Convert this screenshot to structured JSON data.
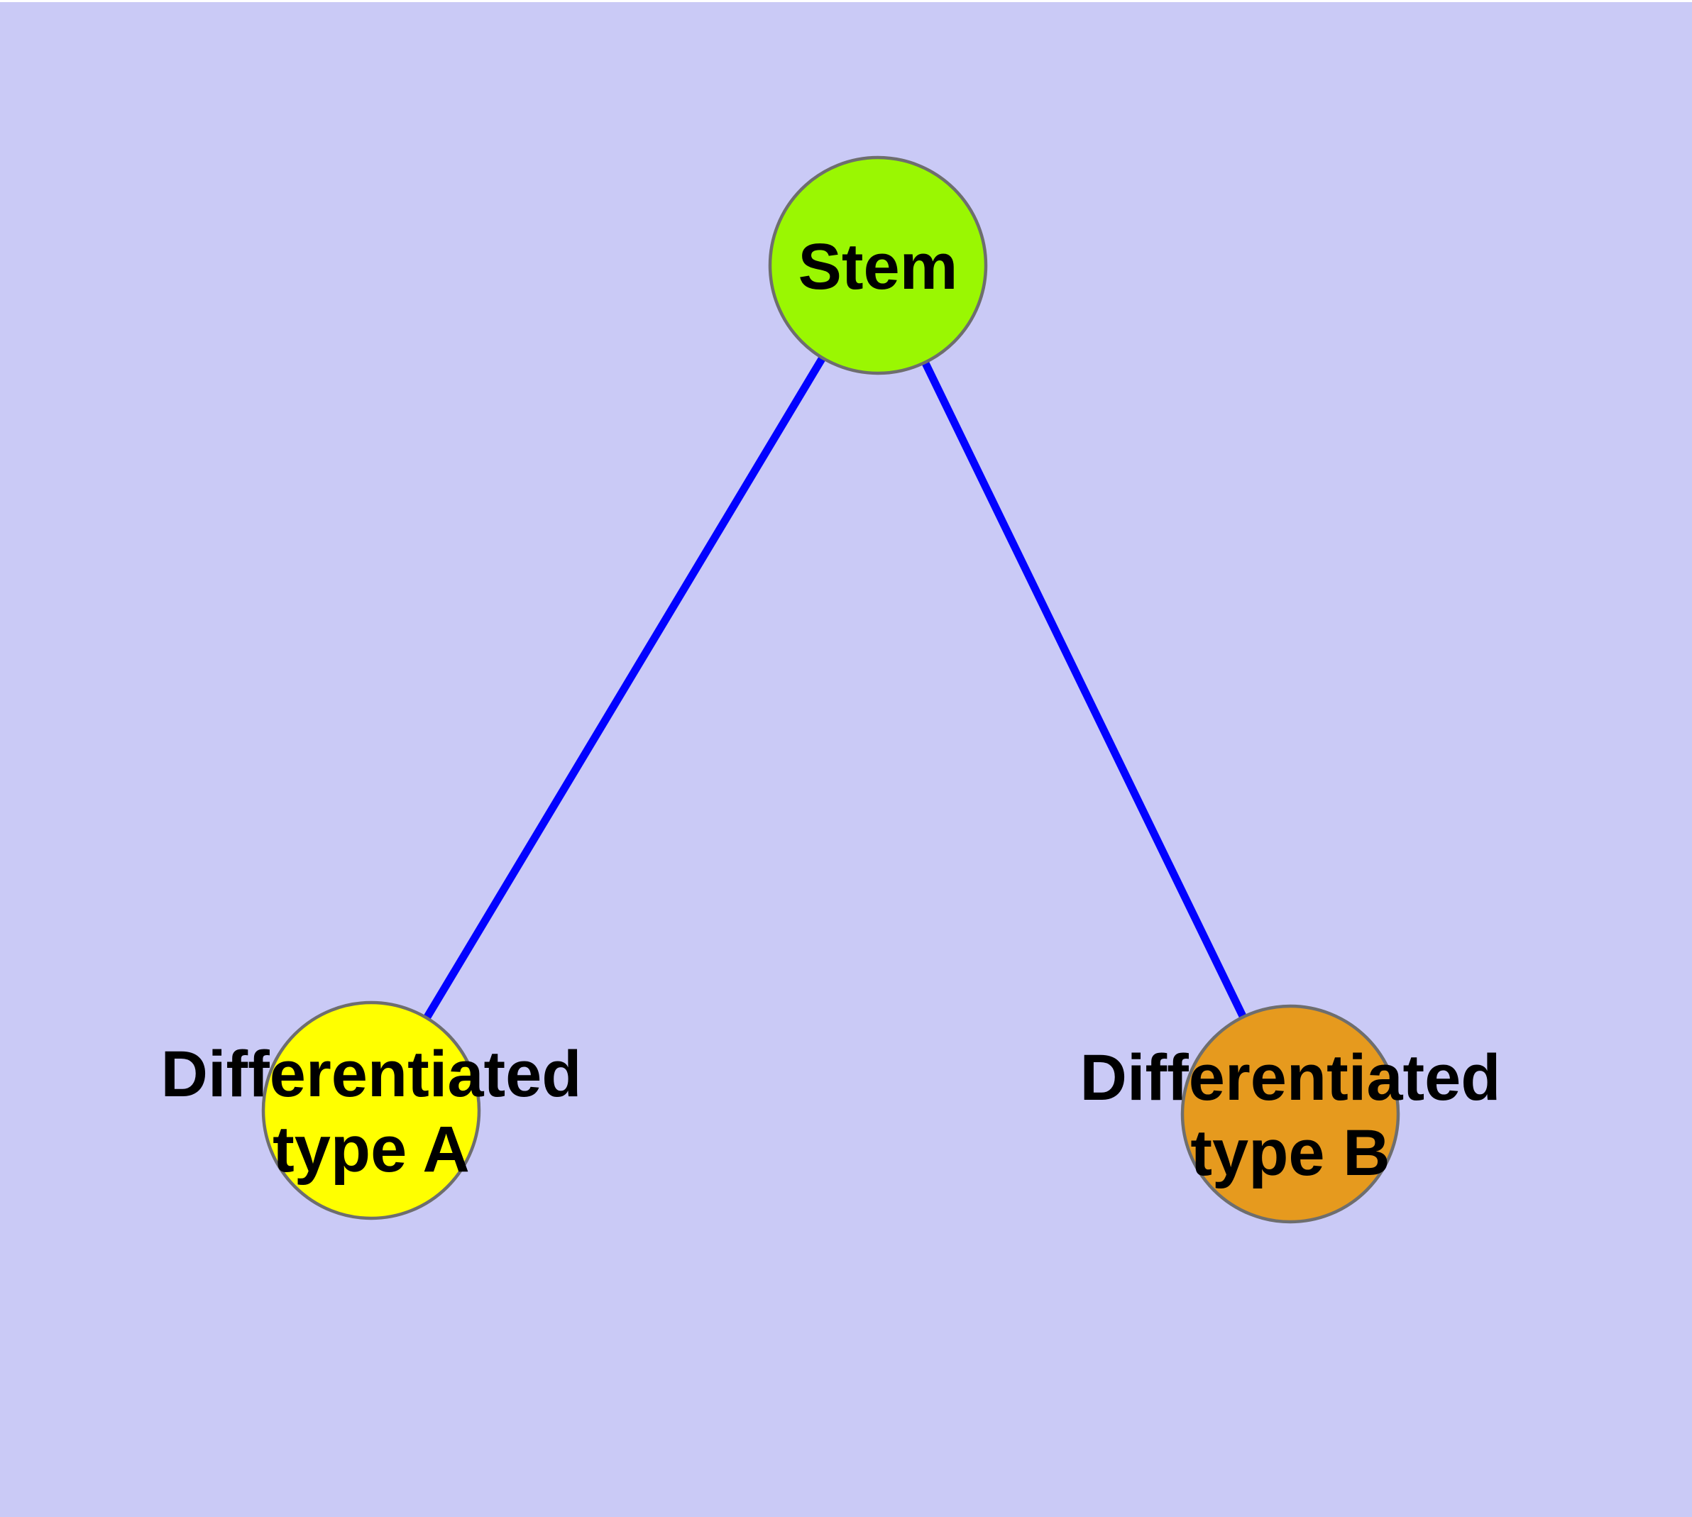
{
  "diagram": {
    "type": "graph",
    "background_color": "#cacaf6",
    "top_strip_color": "#ffffff",
    "edge_color": "#0202ff",
    "node_border_color": "#6e6e6e",
    "label_color": "#000000",
    "nodes": {
      "stem": {
        "id": "stem",
        "label": "Stem",
        "fill": "#9af702"
      },
      "diff_a": {
        "id": "diff_a",
        "label_line1": "Differentiated",
        "label_line2": "type A",
        "fill": "#ffff00"
      },
      "diff_b": {
        "id": "diff_b",
        "label_line1": "Differentiated",
        "label_line2": "type B",
        "fill": "#e69a1e"
      }
    },
    "edges": [
      {
        "from": "stem",
        "to": "diff_a"
      },
      {
        "from": "stem",
        "to": "diff_b"
      }
    ]
  }
}
